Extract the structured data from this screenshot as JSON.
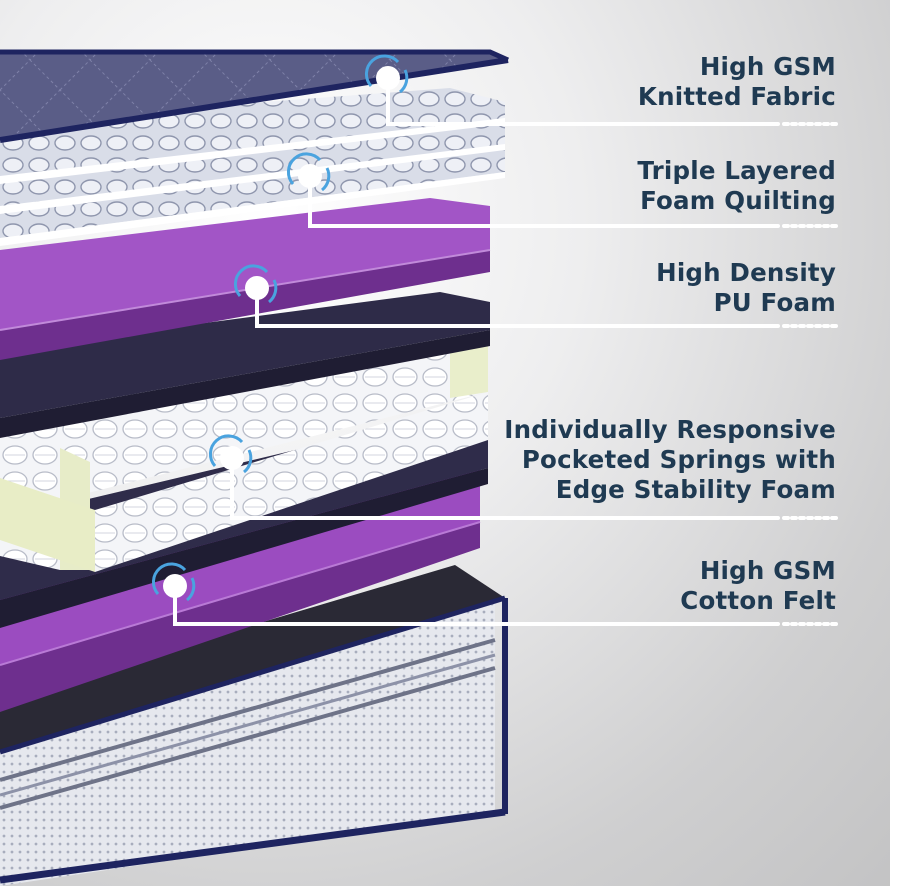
{
  "callouts": [
    {
      "line1": "High GSM",
      "line2": "Knitted Fabric"
    },
    {
      "line1": "Triple Layered",
      "line2": "Foam Quilting"
    },
    {
      "line1": "High Density",
      "line2": "PU Foam"
    },
    {
      "line1": "Individually Responsive",
      "line2": "Pocketed Springs with",
      "line3": "Edge Stability Foam"
    },
    {
      "line1": "High GSM",
      "line2": "Cotton Felt"
    }
  ],
  "colors": {
    "label_text": "#1f3a52",
    "leader_line": "#ffffff",
    "marker_ring": "#4aa3df",
    "purple_foam": "#8e3fb0",
    "navy_border": "#1e2460",
    "felt": "#2c2a44"
  }
}
